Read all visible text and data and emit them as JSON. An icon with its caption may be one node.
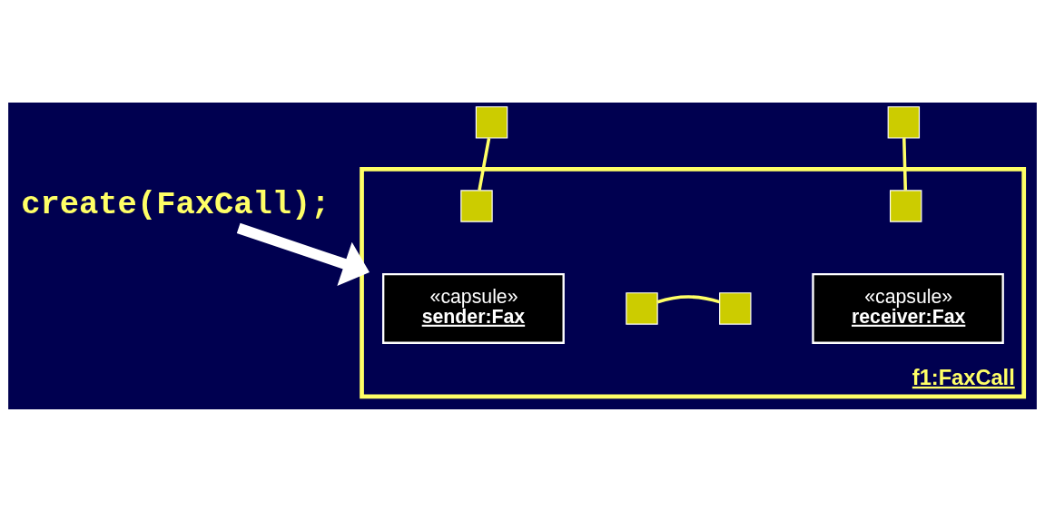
{
  "diagram": {
    "nodes": [
      {
        "text": [
          "create(FaxCall);"
        ]
      },
      {
        "text": [
          "f1:FaxCall"
        ]
      },
      {
        "text": [],
        "shape": "box"
      },
      {
        "text": [],
        "shape": "box"
      },
      {
        "text": [
          "«capsule»",
          "sender:Fax"
        ],
        "in": 1
      },
      {
        "text": [],
        "shape": "box",
        "in": 1
      },
      {
        "text": [],
        "shape": "box",
        "in": 1
      },
      {
        "text": [
          "«capsule»",
          "receiver:Fax"
        ],
        "in": 1
      },
      {
        "text": [],
        "shape": "box",
        "in": 1
      },
      {
        "text": [],
        "shape": "box",
        "in": 1
      }
    ],
    "edges": [
      {
        "from": 0,
        "to": 1,
        "arrow": "to",
        "style": "thick",
        "color": "#ffffff"
      },
      {
        "from": 2,
        "to": 5,
        "arrow": "none"
      },
      {
        "from": 6,
        "to": 9,
        "arrow": "none"
      },
      {
        "from": 3,
        "to": 8,
        "arrow": "none"
      }
    ]
  }
}
